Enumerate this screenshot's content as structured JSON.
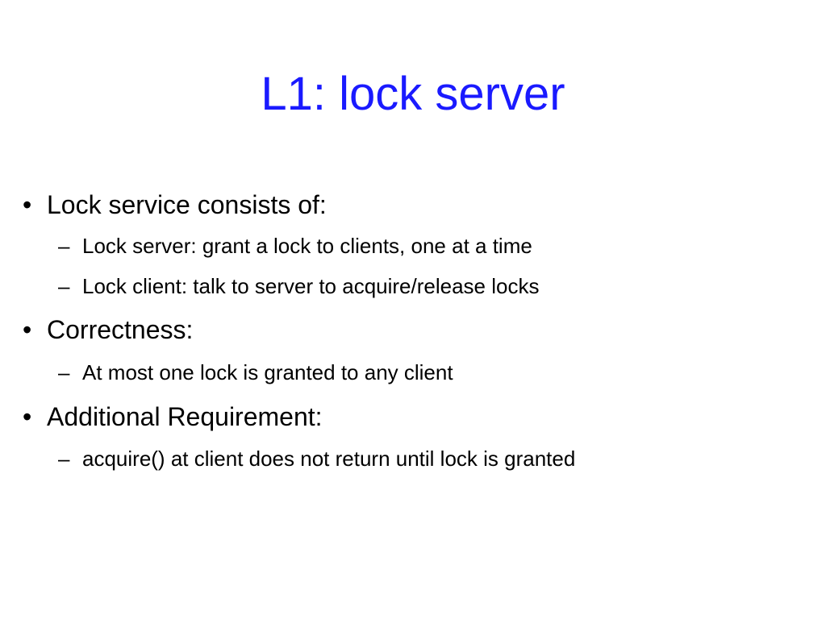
{
  "slide": {
    "title": "L1: lock server",
    "bullets": [
      {
        "marker": "•",
        "text": "Lock service consists of:",
        "subs": [
          {
            "marker": "–",
            "text": "Lock server: grant a lock to clients, one at a time"
          },
          {
            "marker": "–",
            "text": "Lock client: talk to server to acquire/release locks"
          }
        ]
      },
      {
        "marker": "•",
        "text": "Correctness:",
        "subs": [
          {
            "marker": "–",
            "text": "At most one lock is granted to any client"
          }
        ]
      },
      {
        "marker": "•",
        "text": "Additional Requirement:",
        "subs": [
          {
            "marker": "–",
            "text": "acquire() at client does not return until lock is granted"
          }
        ]
      }
    ]
  }
}
